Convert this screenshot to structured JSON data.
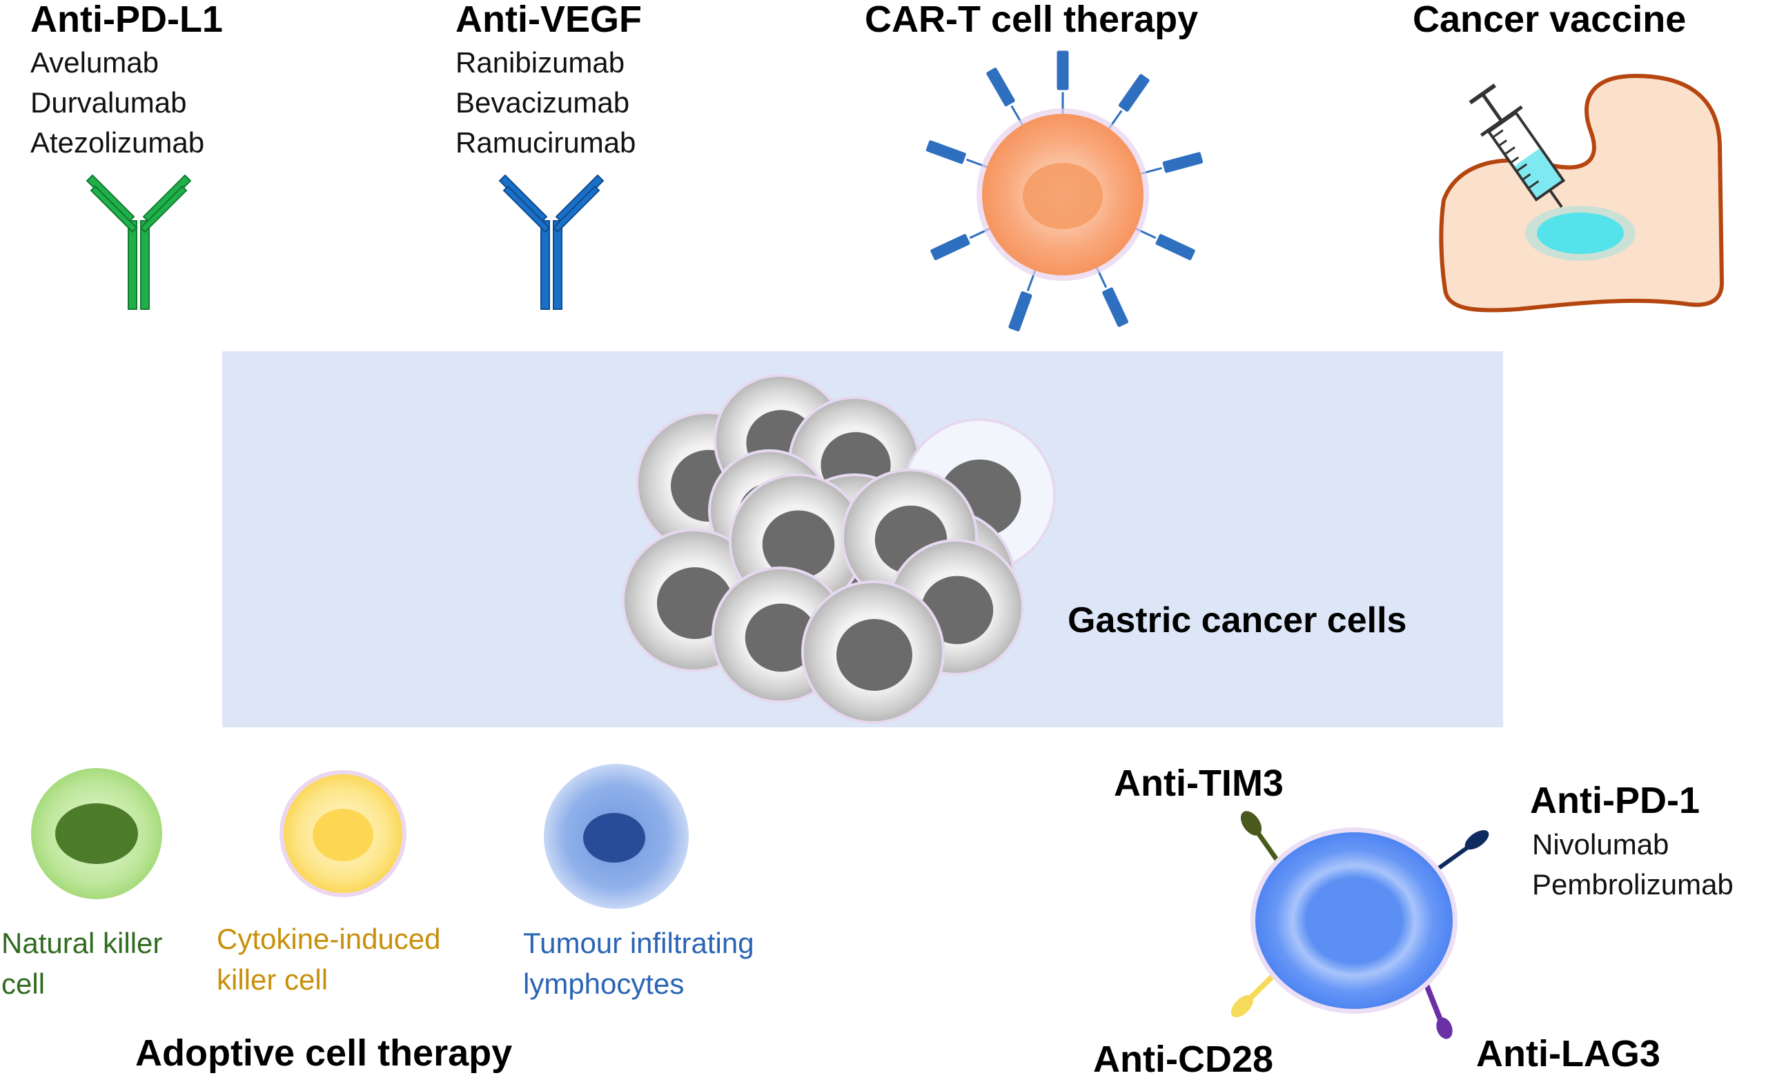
{
  "sections": {
    "anti_pdl1": {
      "title": "Anti-PD-L1",
      "drugs": [
        "Avelumab",
        "Durvalumab",
        "Atezolizumab"
      ]
    },
    "anti_vegf": {
      "title": "Anti-VEGF",
      "drugs": [
        "Ranibizumab",
        "Bevacizumab",
        "Ramucirumab"
      ]
    },
    "car_t": {
      "title": "CAR-T cell therapy"
    },
    "vaccine": {
      "title": "Cancer vaccine"
    },
    "tumor": {
      "label": "Gastric cancer cells"
    },
    "adoptive": {
      "title": "Adoptive cell therapy",
      "cells": [
        {
          "line1": "Natural killer",
          "line2": "cell"
        },
        {
          "line1": "Cytokine-induced",
          "line2": "killer cell"
        },
        {
          "line1": "Tumour infiltrating",
          "line2": "lymphocytes"
        }
      ]
    },
    "checkpoint": {
      "tim3": "Anti-TIM3",
      "pd1": {
        "title": "Anti-PD-1",
        "drugs": [
          "Nivolumab",
          "Pembrolizumab"
        ]
      },
      "cd28": "Anti-CD28",
      "lag3": "Anti-LAG3"
    }
  },
  "colors": {
    "anti_pdl1_antibody": "#1fb04a",
    "anti_vegf_antibody": "#1a6fc6",
    "car_receptor": "#2e6fbf",
    "car_cell": "#f9a77a",
    "muscle_outline": "#b5460f",
    "muscle_fill": "#fbe1cc",
    "injection_spot": "#3fe3ef",
    "tumor_panel": "#dde6f7",
    "tumor_nucleus": "#6b6b6b",
    "nk_text": "#2f6b1f",
    "cik_text": "#c8900a",
    "til_text": "#2a64b4",
    "tcell": "#5e95f5"
  },
  "icons": [
    "antibody-icon",
    "car-t-cell-icon",
    "syringe-icon",
    "arm-icon",
    "tumor-cell-cluster-icon",
    "nk-cell-icon",
    "cik-cell-icon",
    "til-cell-icon",
    "t-cell-icon"
  ]
}
